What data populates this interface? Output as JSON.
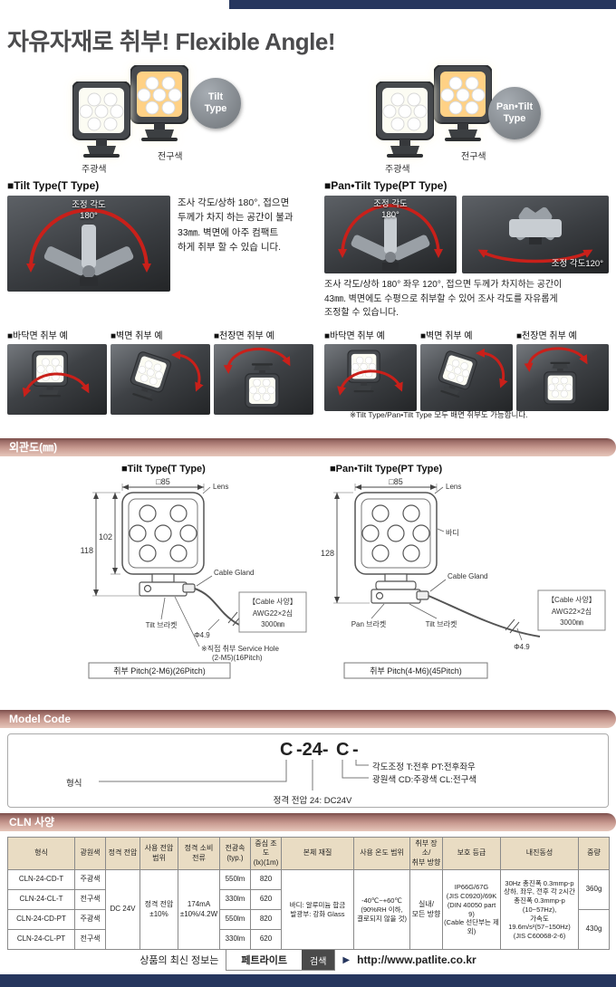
{
  "theme": {
    "navy": "#26365e",
    "section_bar": "#c99b91",
    "red_arrow": "#c9201a",
    "table_header_bg": "#e9dcc3"
  },
  "page": {
    "title": "자유자재로 취부! Flexible Angle!"
  },
  "hero": {
    "badge_tilt": "Tilt\nType",
    "badge_pantilt": "Pan•Tilt\nType",
    "label_daylight": "주광색",
    "label_warm": "전구색"
  },
  "tilt": {
    "heading": "■Tilt Type(T Type)",
    "angle_label": "조정 각도\n180°",
    "description": "조사 각도/상하 180°, 접으면\n두께가 차지 하는 공간이 불과\n33㎜. 벽면에 아주 컴팩트\n하게 취부 할 수 있습 니다."
  },
  "pantilt": {
    "heading": "■Pan•Tilt Type(PT Type)",
    "angle_label_1": "조정 각도\n180°",
    "angle_label_2": "조정 각도120°",
    "description": "조사 각도/상하 180° 좌우 120°, 접으면 두께가 차지하는 공간이\n43㎜. 벽면에도 수평으로 취부할 수 있어 조사 각도를 자유롭게\n조정할 수 있습니다."
  },
  "mounts": {
    "left": [
      {
        "label": "■바닥면 취부 예"
      },
      {
        "label": "■벽면 취부 예"
      },
      {
        "label": "■천장면 취부 예"
      }
    ],
    "right": [
      {
        "label": "■바닥면 취부 예"
      },
      {
        "label": "■벽면 취부 예"
      },
      {
        "label": "■천장면 취부 예"
      }
    ],
    "note": "※Tilt Type/Pan•Tilt Type 모두 배면 취부도 가능합니다."
  },
  "dims": {
    "section_title": "외관도(㎜)",
    "t": {
      "heading": "■Tilt Type(T Type)",
      "dim_width": "□85",
      "dim_height_outer": "118",
      "dim_height_inner": "102",
      "lens": "Lens",
      "cable_gland": "Cable Gland",
      "dia": "Φ4.9",
      "cable_spec_title": "【Cable 사양】",
      "cable_spec_1": "AWG22×2심",
      "cable_spec_2": "3000㎜",
      "bracket": "Tilt 브라켓",
      "service_note_1": "※직접 취부 Service Hole",
      "service_note_2": "(2-M5)(16Pitch)",
      "pitch": "취부 Pitch(2-M6)(26Pitch)"
    },
    "pt": {
      "heading": "■Pan•Tilt Type(PT Type)",
      "dim_width": "□85",
      "dim_height_outer": "128",
      "lens": "Lens",
      "body": "바디",
      "cable_gland": "Cable Gland",
      "dia": "Φ4.9",
      "cable_spec_title": "【Cable 사양】",
      "cable_spec_1": "AWG22×2심",
      "cable_spec_2": "3000㎜",
      "pan_bracket": "Pan 브라켓",
      "tilt_bracket": "Tilt 브라켓",
      "pitch": "취부 Pitch(4-M6)(45Pitch)"
    }
  },
  "model_code": {
    "section_title": "Model Code",
    "parts": {
      "c1": "C",
      "mid": "-24-",
      "c2": "C",
      "dash": "-"
    },
    "label_type": "형식",
    "label_voltage": "정격 전압 24: DC24V",
    "label_color": "광원색  CD:주광색  CL:전구색",
    "label_angle": "각도조정  T:전후  PT:전후좌우"
  },
  "spec": {
    "section_title": "CLN 사양",
    "headers": [
      "형식",
      "광원색",
      "정격 전압",
      "사용 전압\n범위",
      "정격 소비\n전류",
      "전광속\n(typ.)",
      "중심 조도\n(lx)(1m)",
      "본체 재질",
      "사용 온도 범위",
      "취부 장소/\n취부 방향",
      "보호 등급",
      "내진동성",
      "중량"
    ],
    "rows": [
      {
        "model": "CLN-24-CD-T",
        "color": "주광색",
        "lumen": "550lm",
        "lux": "820"
      },
      {
        "model": "CLN-24-CL-T",
        "color": "전구색",
        "lumen": "330lm",
        "lux": "620"
      },
      {
        "model": "CLN-24-CD-PT",
        "color": "주광색",
        "lumen": "550lm",
        "lux": "820"
      },
      {
        "model": "CLN-24-CL-PT",
        "color": "전구색",
        "lumen": "330lm",
        "lux": "620"
      }
    ],
    "shared": {
      "voltage": "DC 24V",
      "voltage_range": "정격 전압\n±10%",
      "current": "174mA\n±10%/4.2W",
      "material": "바디: 알루미늄 합금\n발광부: 강화 Glass",
      "temp": "-40℃~+60℃\n(90%RH 이하,\n결로되지 않을 것)",
      "place": "실내/\n모든 방향",
      "protection": "IP66G/67G\n(JIS C0920)/69K\n(DIN 40050 part 9)\n(Cable 선단부는 제외)",
      "vibration": "30Hz 총진폭 0.3mmp-p\n상하, 좌우, 전후 각 2시간\n총진폭 0.3mmp-p (10~57Hz),\n가속도 19.6m/s²(57~150Hz)\n(JIS C60068-2-6)",
      "weight_t": "360g",
      "weight_pt": "430g"
    }
  },
  "footer": {
    "lead": "상품의 최신 정보는",
    "brand": "페트라이트",
    "search": "검색",
    "arrow": "▶",
    "url": "http://www.patlite.co.kr"
  }
}
